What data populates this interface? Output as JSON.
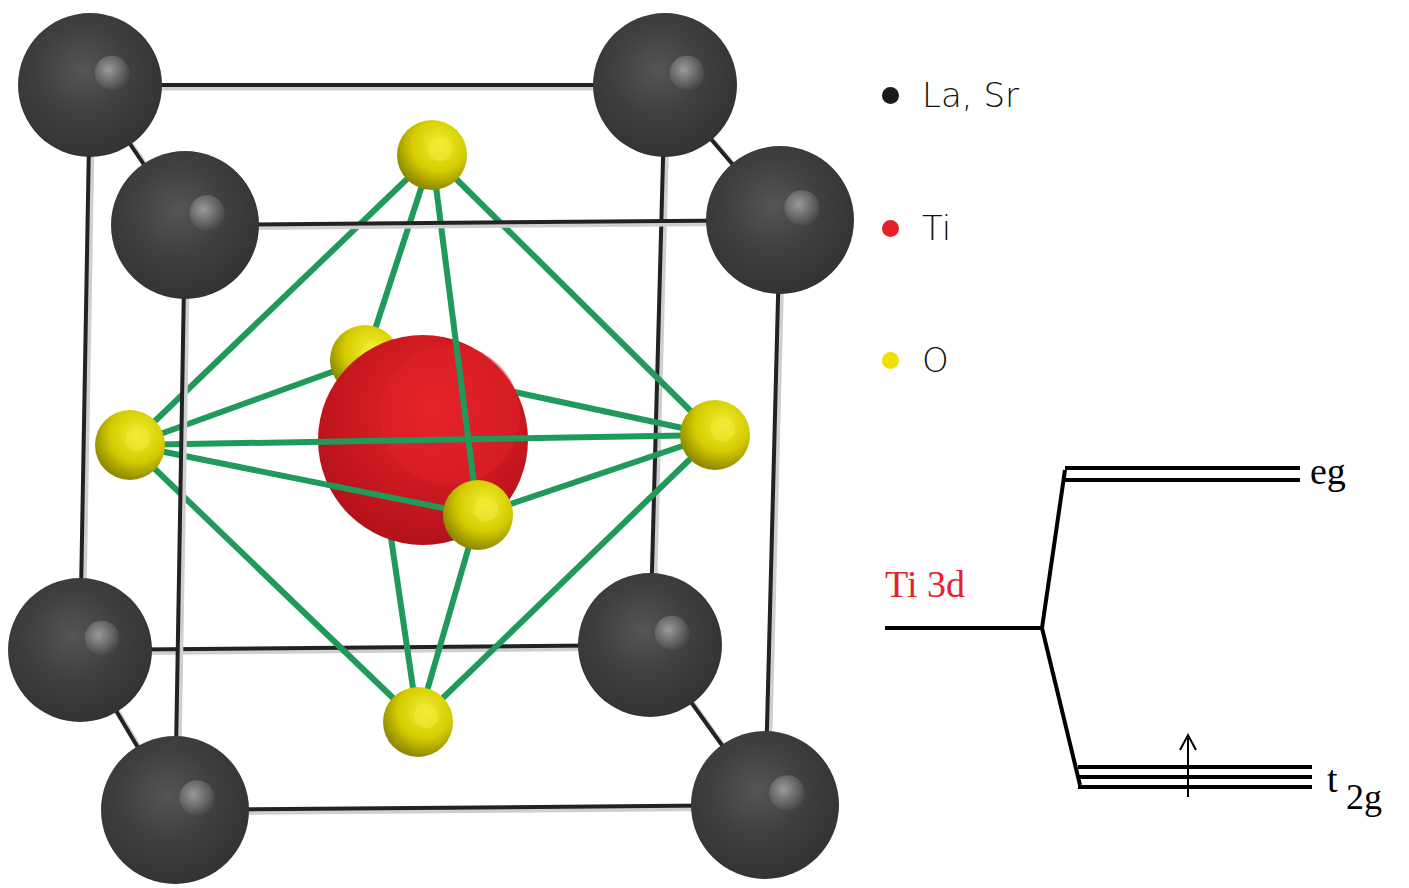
{
  "diagram": {
    "labels": [
      "Ti 3d",
      "eg",
      "t",
      "2g"
    ],
    "legend": [
      {
        "text": "La, Sr",
        "color": "#1a1a1a"
      },
      {
        "text": "Ti",
        "color": "#e8202a"
      },
      {
        "text": "O",
        "color": "#f0e000"
      }
    ]
  }
}
